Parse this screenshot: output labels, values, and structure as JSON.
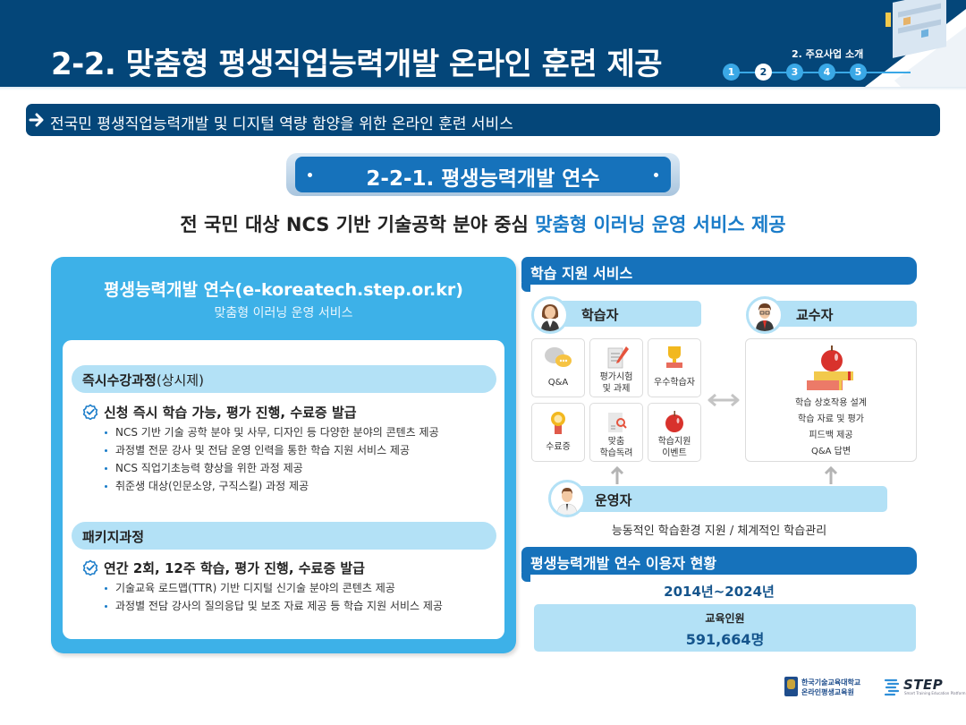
{
  "header": {
    "title": "2-2. 맞춤형 평생직업능력개발 온라인 훈련 제공",
    "section_label": "2. 주요사업 소개",
    "steps": [
      "1",
      "2",
      "3",
      "4",
      "5"
    ],
    "active_step": "2"
  },
  "subtitle_bar": {
    "text": "전국민 평생직업능력개발 및 디지털 역량 함양을 위한 온라인 훈련 서비스"
  },
  "section_badge": {
    "text": "2-2-1. 평생능력개발 연수"
  },
  "headline": {
    "prefix": "전 국민 대상 NCS 기반 기술공학 분야 중심 ",
    "highlight": "맞춤형 이러닝 운영 서비스 제공"
  },
  "left_panel": {
    "title": "평생능력개발 연수(e-koreatech.step.or.kr)",
    "subtitle": "맞춤형 이러닝 운영 서비스",
    "courses": [
      {
        "name": "즉시수강과정",
        "name_suffix": "(상시제)",
        "summary": "신청 즉시 학습 가능, 평가 진행, 수료증 발급",
        "bullets": [
          "NCS 기반 기술 공학 분야 및 사무, 디자인 등 다양한 분야의 콘텐츠 제공",
          "과정별 전문 강사 및 전담 운영 인력을 통한 학습 지원 서비스 제공",
          "NCS 직업기초능력 향상을 위한 과정 제공",
          "취준생 대상(인문소양, 구직스킬) 과정 제공"
        ]
      },
      {
        "name": "패키지과정",
        "name_suffix": "",
        "summary": "연간 2회, 12주 학습, 평가 진행, 수료증 발급",
        "bullets": [
          "기술교육 로드맵(TTR) 기반 디지털 신기술 분야의 콘텐츠 제공",
          "과정별 전담 강사의 질의응답 및 보조 자료 제공 등 학습 지원 서비스 제공"
        ]
      }
    ]
  },
  "support_services": {
    "title": "학습 지원 서비스",
    "learner": {
      "role": "학습자",
      "tiles": [
        {
          "icon": "chat-bubbles-icon",
          "label": "Q&A"
        },
        {
          "icon": "exam-pencil-icon",
          "label": "평가시험\n및 과제"
        },
        {
          "icon": "trophy-icon",
          "label": "우수학습자"
        },
        {
          "icon": "medal-icon",
          "label": "수료증"
        },
        {
          "icon": "document-search-icon",
          "label": "맞춤\n학습독려"
        },
        {
          "icon": "apple-icon",
          "label": "학습지원\n이벤트"
        }
      ]
    },
    "professor": {
      "role": "교수자",
      "icon": "apple-books-icon",
      "items": [
        "학습 상호작용 설계",
        "학습 자료 및 평가",
        "피드백 제공",
        "Q&A 답변"
      ]
    },
    "operator": {
      "role": "운영자",
      "description": "능동적인 학습환경 지원 / 체계적인 학습관리"
    }
  },
  "user_status": {
    "title": "평생능력개발 연수 이용자 현황",
    "period": "2014년~2024년",
    "metric_label": "교육인원",
    "metric_value": "591,664명"
  },
  "footer": {
    "logo_koreatech_line1": "한국기술교육대학교",
    "logo_koreatech_line2": "온라인평생교육원",
    "logo_step_word": "STEP",
    "logo_step_tag": "Smart Training Education Platform"
  },
  "colors": {
    "navy": "#044679",
    "blue": "#1672bb",
    "sky": "#3db1e8",
    "pale_sky": "#b3e1f6",
    "highlight_text": "#1a7cc9"
  }
}
